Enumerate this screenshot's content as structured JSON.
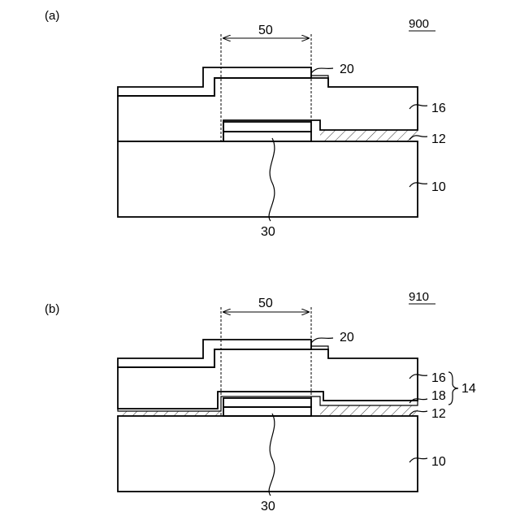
{
  "figure": {
    "panel_a": {
      "label": "(a)",
      "ref": "900",
      "dim": "50",
      "layers": {
        "substrate": "10",
        "layer12": "12",
        "layer16": "16",
        "layer20": "20",
        "region30": "30"
      }
    },
    "panel_b": {
      "label": "(b)",
      "ref": "910",
      "dim": "50",
      "layers": {
        "substrate": "10",
        "layer12": "12",
        "layer16": "16",
        "layer18": "18",
        "group14": "14",
        "layer20": "20",
        "region30": "30"
      }
    }
  }
}
